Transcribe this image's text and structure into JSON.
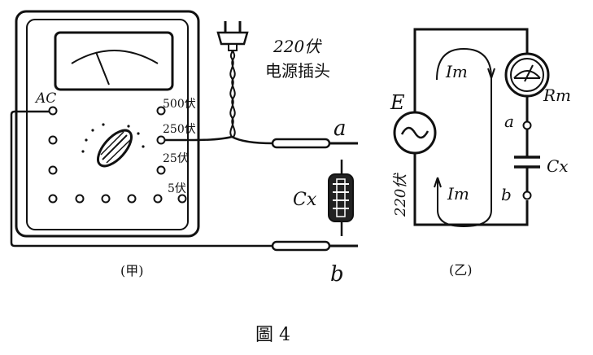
{
  "panel_a": {
    "caption": "(甲)",
    "terminal_ac": "AC",
    "range_500": "500伏",
    "range_250": "250伏",
    "range_25": "25伏",
    "range_5": "5伏",
    "plug_voltage": "220伏",
    "plug_name": "电源插头",
    "probe_a": "a",
    "probe_b": "b",
    "capacitor": "Cx"
  },
  "panel_b": {
    "caption": "(乙)",
    "source": "E",
    "source_voltage": "220伏",
    "current_top": "Im",
    "current_bottom": "Im",
    "meter": "Rm",
    "node_a": "a",
    "node_b": "b",
    "capacitor": "Cx"
  },
  "figure": {
    "caption": "圖 4"
  }
}
